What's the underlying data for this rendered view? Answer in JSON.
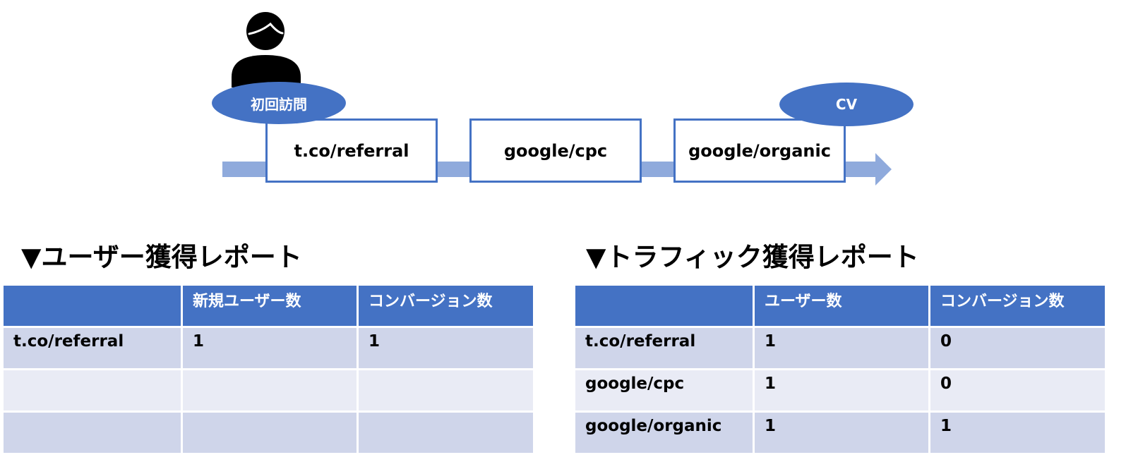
{
  "journey": {
    "first_visit_label": "初回訪問",
    "cv_label": "CV",
    "steps": [
      "t.co/referral",
      "google/cpc",
      "google/organic"
    ]
  },
  "user_report": {
    "title": "▼ユーザー獲得レポート",
    "headers": [
      "",
      "新規ユーザー数",
      "コンバージョン数"
    ],
    "rows": [
      [
        "t.co/referral",
        "1",
        "1"
      ],
      [
        "",
        "",
        ""
      ],
      [
        "",
        "",
        ""
      ]
    ]
  },
  "traffic_report": {
    "title": "▼トラフィック獲得レポート",
    "headers": [
      "",
      "ユーザー数",
      "コンバージョン数"
    ],
    "rows": [
      [
        "t.co/referral",
        "1",
        "0"
      ],
      [
        "google/cpc",
        "1",
        "0"
      ],
      [
        "google/organic",
        "1",
        "1"
      ]
    ]
  },
  "colors": {
    "accent": "#4472c4",
    "track": "#8faadc",
    "row_dark": "#cfd5ea",
    "row_light": "#e9ebf5"
  }
}
